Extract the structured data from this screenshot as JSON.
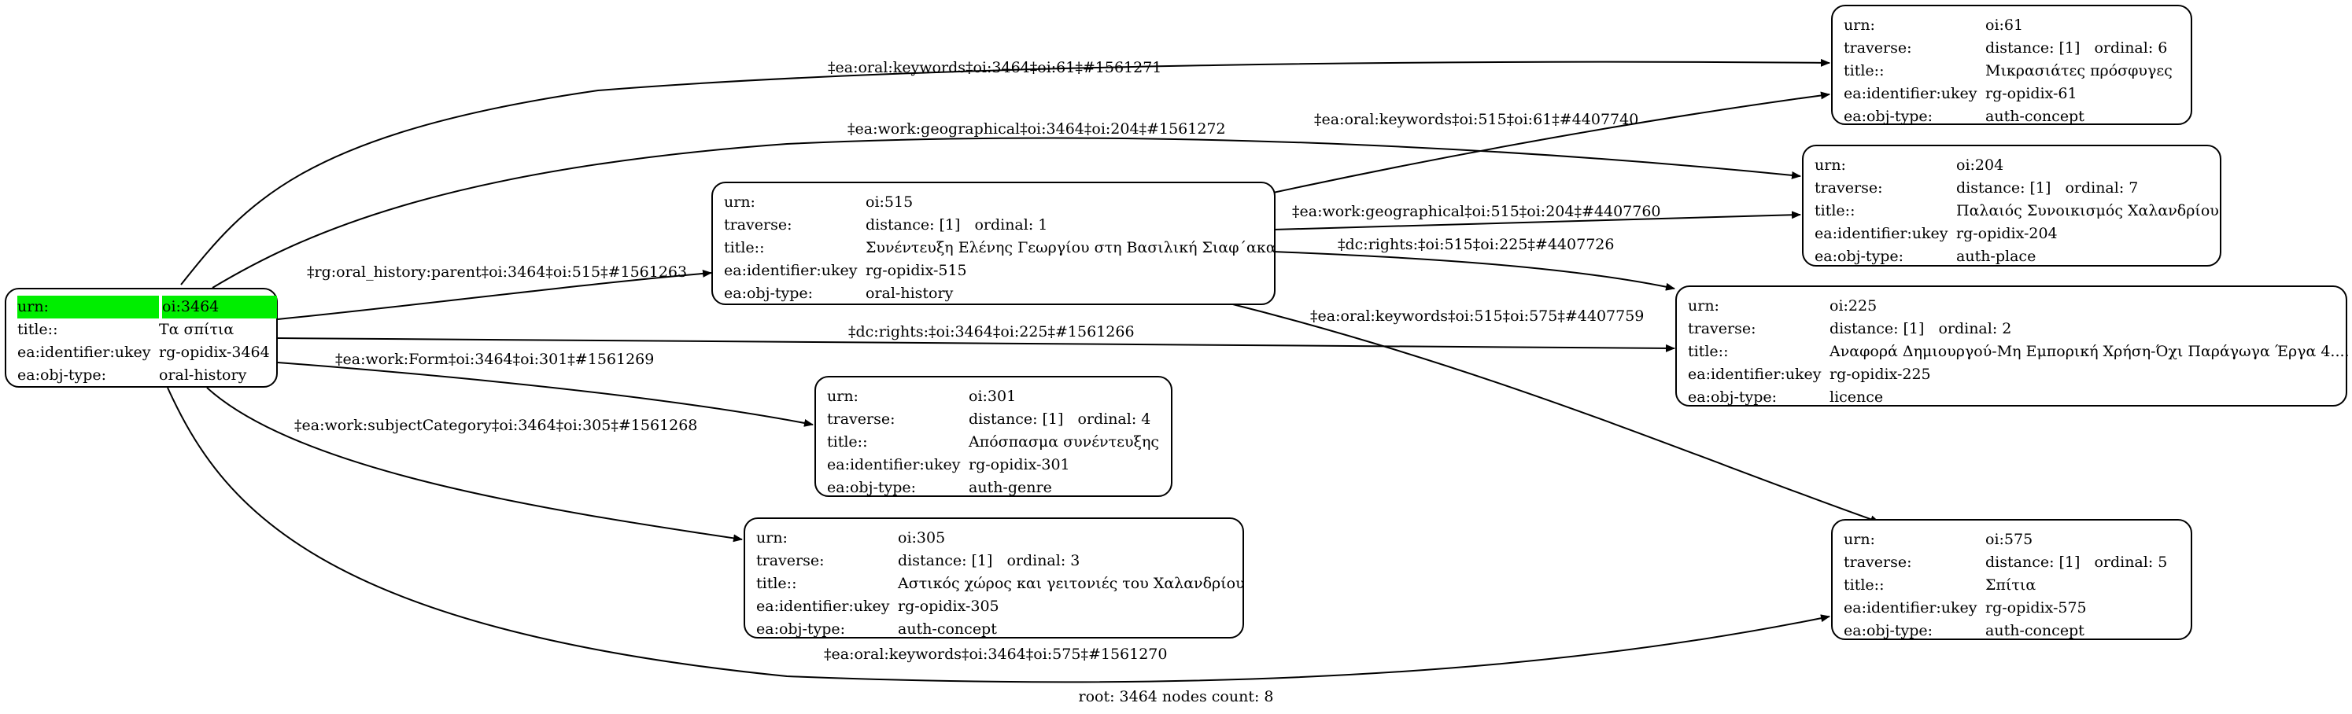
{
  "labels": {
    "urn": "urn:",
    "traverse": "traverse:",
    "title": "title::",
    "identifier": "ea:identifier:ukey",
    "objtype": "ea:obj-type:"
  },
  "nodes": {
    "n3464": {
      "urn": "oi:3464",
      "title": "Τα σπίτια",
      "identifier": "rg-opidix-3464",
      "objtype": "oral-history"
    },
    "n515": {
      "urn": "oi:515",
      "distance": "distance: [1]",
      "ordinal": "ordinal: 1",
      "title": "Συνέντευξη Ελένης Γεωργίου στη Βασιλική Σιαφ΄ακα",
      "identifier": "rg-opidix-515",
      "objtype": "oral-history"
    },
    "n61": {
      "urn": "oi:61",
      "distance": "distance: [1]",
      "ordinal": "ordinal: 6",
      "title": "Μικρασιάτες πρόσφυγες",
      "identifier": "rg-opidix-61",
      "objtype": "auth-concept"
    },
    "n204": {
      "urn": "oi:204",
      "distance": "distance: [1]",
      "ordinal": "ordinal: 7",
      "title": "Παλαιός Συνοικισμός Χαλανδρίου",
      "identifier": "rg-opidix-204",
      "objtype": "auth-place"
    },
    "n225": {
      "urn": "oi:225",
      "distance": "distance: [1]",
      "ordinal": "ordinal: 2",
      "title": "Αναφορά Δημιουργού-Μη Εμπορική Χρήση-Όχι Παράγωγα Έργα 4....",
      "identifier": "rg-opidix-225",
      "objtype": "licence"
    },
    "n301": {
      "urn": "oi:301",
      "distance": "distance: [1]",
      "ordinal": "ordinal: 4",
      "title": "Απόσπασμα συνέντευξης",
      "identifier": "rg-opidix-301",
      "objtype": "auth-genre"
    },
    "n305": {
      "urn": "oi:305",
      "distance": "distance: [1]",
      "ordinal": "ordinal: 3",
      "title": "Αστικός χώρος και γειτονιές του Χαλανδρίου",
      "identifier": "rg-opidix-305",
      "objtype": "auth-concept"
    },
    "n575": {
      "urn": "oi:575",
      "distance": "distance: [1]",
      "ordinal": "ordinal: 5",
      "title": "Σπίτια",
      "identifier": "rg-opidix-575",
      "objtype": "auth-concept"
    }
  },
  "edges": [
    {
      "from": "n3464",
      "to": "n61",
      "label": "‡ea:oral:keywords‡oi:3464‡oi:61‡#1561271"
    },
    {
      "from": "n3464",
      "to": "n204",
      "label": "‡ea:work:geographical‡oi:3464‡oi:204‡#1561272"
    },
    {
      "from": "n3464",
      "to": "n515",
      "label": "‡rg:oral_history:parent‡oi:3464‡oi:515‡#1561263"
    },
    {
      "from": "n3464",
      "to": "n225",
      "label": "‡dc:rights:‡oi:3464‡oi:225‡#1561266"
    },
    {
      "from": "n3464",
      "to": "n301",
      "label": "‡ea:work:Form‡oi:3464‡oi:301‡#1561269"
    },
    {
      "from": "n3464",
      "to": "n305",
      "label": "‡ea:work:subjectCategory‡oi:3464‡oi:305‡#1561268"
    },
    {
      "from": "n3464",
      "to": "n575",
      "label": "‡ea:oral:keywords‡oi:3464‡oi:575‡#1561270"
    },
    {
      "from": "n515",
      "to": "n61",
      "label": "‡ea:oral:keywords‡oi:515‡oi:61‡#4407740"
    },
    {
      "from": "n515",
      "to": "n204",
      "label": "‡ea:work:geographical‡oi:515‡oi:204‡#4407760"
    },
    {
      "from": "n515",
      "to": "n225",
      "label": "‡dc:rights:‡oi:515‡oi:225‡#4407726"
    },
    {
      "from": "n515",
      "to": "n575",
      "label": "‡ea:oral:keywords‡oi:515‡oi:575‡#4407759"
    }
  ],
  "footer": "root: 3464 nodes count: 8",
  "colors": {
    "highlight": "#00ee00",
    "stroke": "#000000"
  }
}
